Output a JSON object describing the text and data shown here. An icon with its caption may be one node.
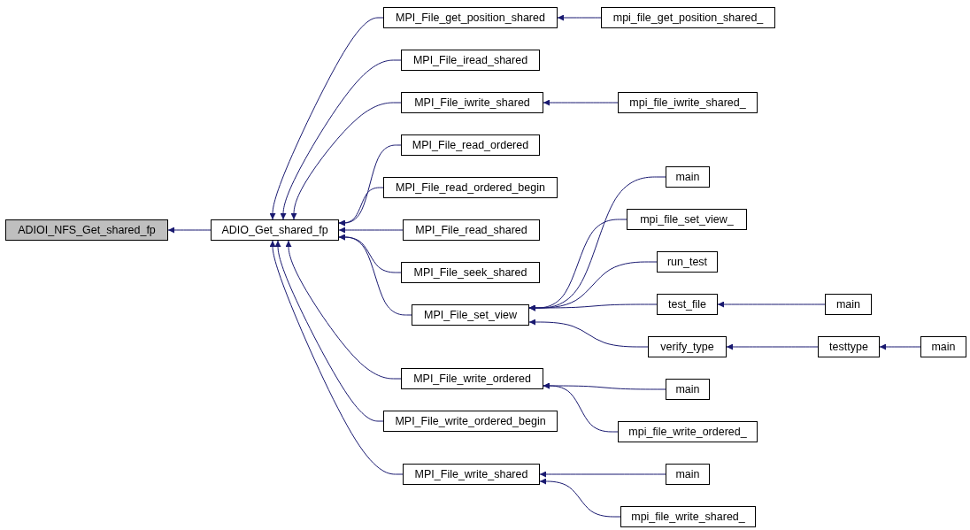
{
  "diagram": {
    "nodes": [
      {
        "text": [
          "ADIOI_NFS_Get_shared_fp"
        ]
      },
      {
        "text": [
          "ADIO_Get_shared_fp"
        ]
      },
      {
        "text": [
          "MPI_File_get_position_shared"
        ]
      },
      {
        "text": [
          "mpi_file_get_position_shared_"
        ]
      },
      {
        "text": [
          "MPI_File_iread_shared"
        ]
      },
      {
        "text": [
          "MPI_File_iwrite_shared"
        ]
      },
      {
        "text": [
          "mpi_file_iwrite_shared_"
        ]
      },
      {
        "text": [
          "MPI_File_read_ordered"
        ]
      },
      {
        "text": [
          "MPI_File_read_ordered_begin"
        ]
      },
      {
        "text": [
          "MPI_File_read_shared"
        ]
      },
      {
        "text": [
          "MPI_File_seek_shared"
        ]
      },
      {
        "text": [
          "MPI_File_set_view"
        ]
      },
      {
        "text": [
          "main"
        ]
      },
      {
        "text": [
          "mpi_file_set_view_"
        ]
      },
      {
        "text": [
          "run_test"
        ]
      },
      {
        "text": [
          "test_file"
        ]
      },
      {
        "text": [
          "main"
        ]
      },
      {
        "text": [
          "verify_type"
        ]
      },
      {
        "text": [
          "testtype"
        ]
      },
      {
        "text": [
          "main"
        ]
      },
      {
        "text": [
          "MPI_File_write_ordered"
        ]
      },
      {
        "text": [
          "main"
        ]
      },
      {
        "text": [
          "mpi_file_write_ordered_"
        ]
      },
      {
        "text": [
          "MPI_File_write_ordered_begin"
        ]
      },
      {
        "text": [
          "MPI_File_write_shared"
        ]
      },
      {
        "text": [
          "main"
        ]
      },
      {
        "text": [
          "mpi_file_write_shared_"
        ]
      }
    ],
    "edges": [
      {
        "from": 1,
        "to": 0,
        "arrow": "to"
      },
      {
        "from": 2,
        "to": 1,
        "arrow": "to"
      },
      {
        "from": 3,
        "to": 2,
        "arrow": "to"
      },
      {
        "from": 4,
        "to": 1,
        "arrow": "to"
      },
      {
        "from": 5,
        "to": 1,
        "arrow": "to"
      },
      {
        "from": 6,
        "to": 5,
        "arrow": "to"
      },
      {
        "from": 7,
        "to": 1,
        "arrow": "to"
      },
      {
        "from": 8,
        "to": 1,
        "arrow": "to"
      },
      {
        "from": 9,
        "to": 1,
        "arrow": "to"
      },
      {
        "from": 10,
        "to": 1,
        "arrow": "to"
      },
      {
        "from": 11,
        "to": 1,
        "arrow": "to"
      },
      {
        "from": 12,
        "to": 11,
        "arrow": "to"
      },
      {
        "from": 13,
        "to": 11,
        "arrow": "to"
      },
      {
        "from": 14,
        "to": 11,
        "arrow": "to"
      },
      {
        "from": 15,
        "to": 11,
        "arrow": "to"
      },
      {
        "from": 16,
        "to": 15,
        "arrow": "to"
      },
      {
        "from": 17,
        "to": 11,
        "arrow": "to"
      },
      {
        "from": 18,
        "to": 17,
        "arrow": "to"
      },
      {
        "from": 19,
        "to": 18,
        "arrow": "to"
      },
      {
        "from": 20,
        "to": 1,
        "arrow": "to"
      },
      {
        "from": 21,
        "to": 20,
        "arrow": "to"
      },
      {
        "from": 22,
        "to": 20,
        "arrow": "to"
      },
      {
        "from": 23,
        "to": 1,
        "arrow": "to"
      },
      {
        "from": 24,
        "to": 1,
        "arrow": "to"
      },
      {
        "from": 25,
        "to": 24,
        "arrow": "to"
      },
      {
        "from": 26,
        "to": 24,
        "arrow": "to"
      }
    ]
  }
}
